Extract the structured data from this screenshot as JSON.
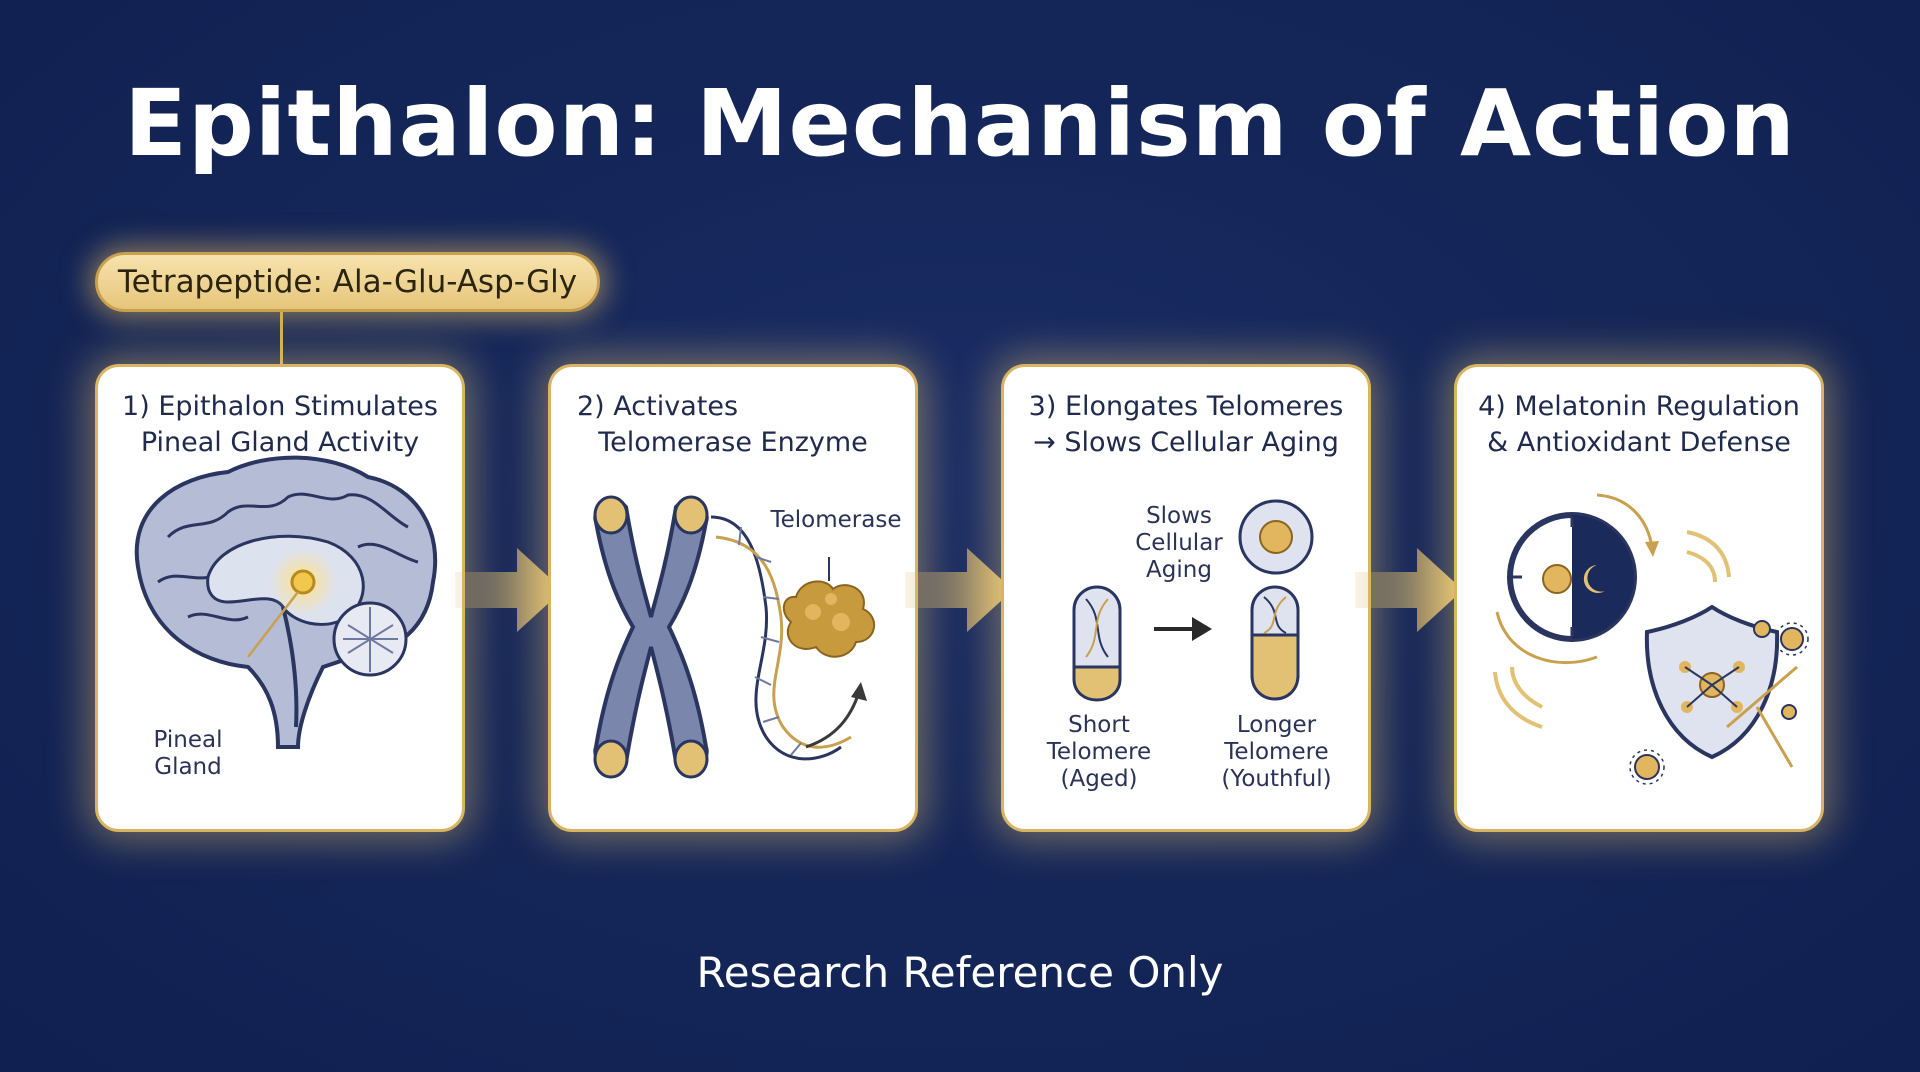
{
  "title": "Epithalon: Mechanism of Action",
  "peptide_label": "Tetrapeptide: Ala-Glu-Asp-Gly",
  "steps": [
    {
      "title_line1": "1) Epithalon Stimulates",
      "title_line2": "Pineal Gland Activity",
      "labels": [
        "Pineal",
        "Gland"
      ]
    },
    {
      "title_line1": "2) Activates",
      "title_line2": "Telomerase Enzyme",
      "labels": [
        "Telomerase"
      ]
    },
    {
      "title_line1": "3) Elongates Telomeres",
      "title_line2": "→ Slows Cellular Aging",
      "labels": [
        "Slows",
        "Cellular",
        "Aging",
        "Short",
        "Telomere",
        "(Aged)",
        "Longer",
        "Telomere",
        "(Youthful)"
      ]
    },
    {
      "title_line1": "4) Melatonin Regulation",
      "title_line2": "& Antioxidant Defense",
      "labels": []
    }
  ],
  "footer": "Research Reference Only",
  "colors": {
    "background": "#13255a",
    "gold": "#d9b463",
    "navy": "#1f2a4d",
    "chromosome": "#7b86ad"
  },
  "icons": [
    "brain-icon",
    "chromosome-icon",
    "dna-icon",
    "telomerase-enzyme-icon",
    "telomere-icon",
    "cell-icon",
    "clock-sun-moon-icon",
    "shield-icon",
    "virus-icon"
  ]
}
